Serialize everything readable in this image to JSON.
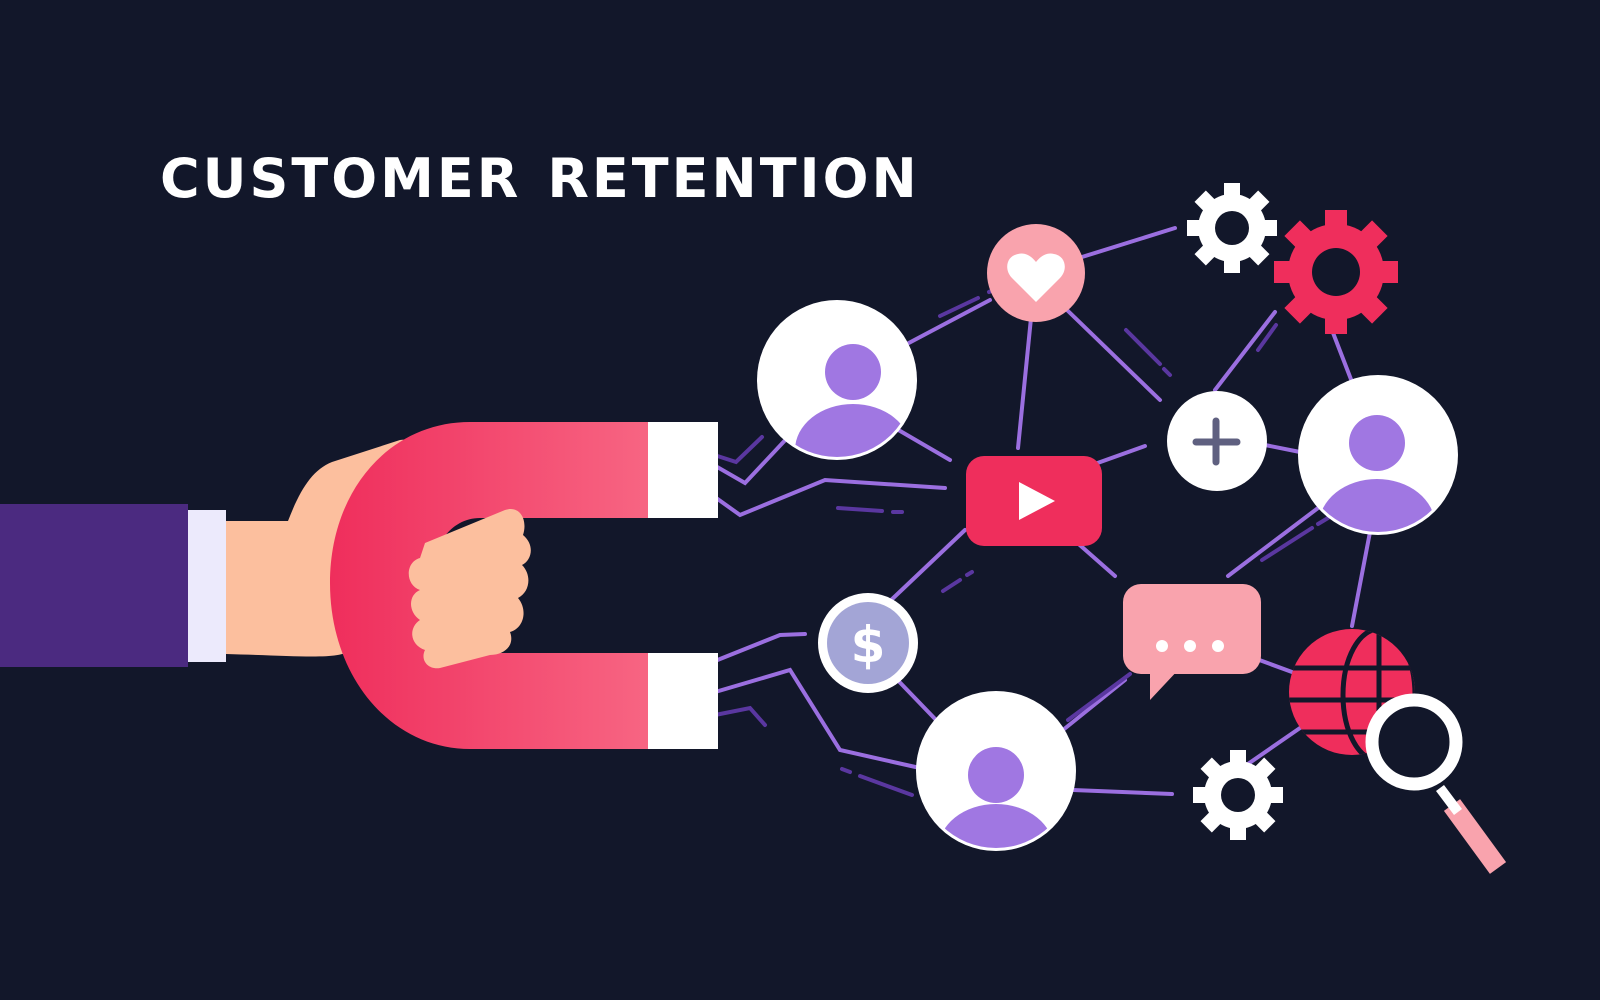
{
  "title": {
    "word1": "CUSTOMER",
    "word2": "RETENTION"
  },
  "colors": {
    "background": "#12172a",
    "sleeve": "#4b2a80",
    "cuff": "#eceafc",
    "skin": "#fcbf9e",
    "magnet_start": "#ef2e5c",
    "magnet_end": "#f9718b",
    "magnet_tip": "#ffffff",
    "line": "#9b6fe0",
    "line_dark": "#5a37a0",
    "avatar": "#a077e2",
    "heart_bg": "#f9a3ad",
    "video_red": "#ef2e5c",
    "chat_pink": "#f9a3ad",
    "dollar_bg": "#a3a5d6",
    "plus_color": "#5f6080",
    "gear_red": "#ef2e5c",
    "gear_white": "#ffffff"
  },
  "illustration": {
    "metaphor": "hand holding magnet attracting customer network",
    "nodes": [
      {
        "type": "avatar-icon",
        "label": "customer"
      },
      {
        "type": "avatar-icon",
        "label": "customer"
      },
      {
        "type": "avatar-icon",
        "label": "customer"
      },
      {
        "type": "heart-icon",
        "label": "like"
      },
      {
        "type": "play-icon",
        "label": "video"
      },
      {
        "type": "plus-icon",
        "label": "add"
      },
      {
        "type": "dollar-icon",
        "label": "money"
      },
      {
        "type": "chat-icon",
        "label": "message"
      },
      {
        "type": "globe-icon",
        "label": "web"
      },
      {
        "type": "search-icon",
        "label": "search"
      },
      {
        "type": "gear-icon",
        "label": "settings"
      },
      {
        "type": "gear-icon",
        "label": "settings"
      },
      {
        "type": "gear-icon",
        "label": "settings"
      }
    ],
    "dollar_symbol": "$",
    "plus_symbol": "+"
  }
}
